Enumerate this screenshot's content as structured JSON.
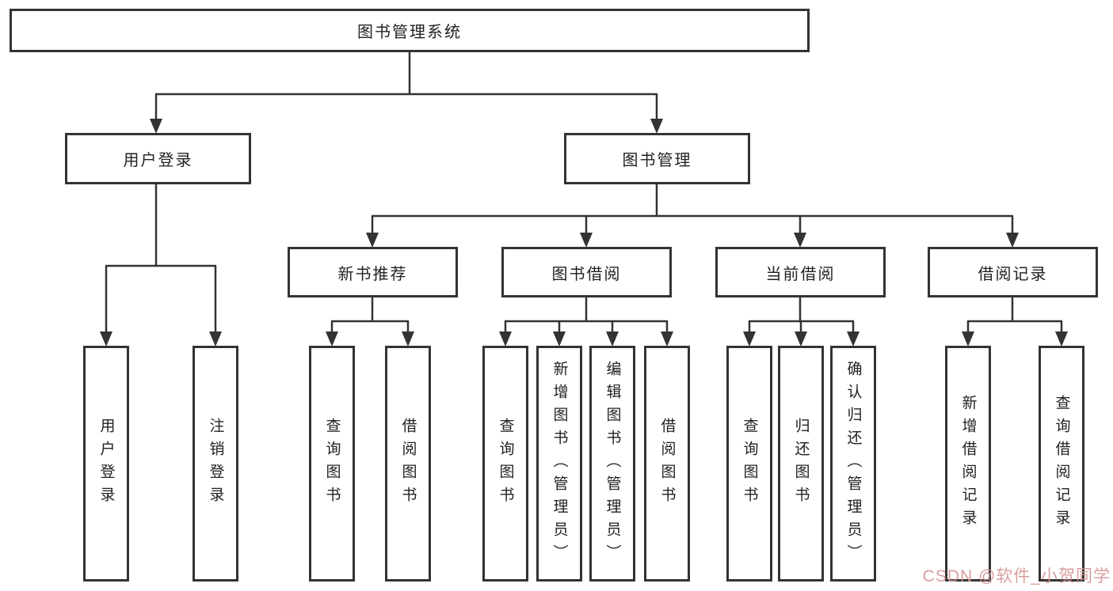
{
  "diagram": {
    "root": {
      "label": "图书管理系统"
    },
    "level2": [
      {
        "label": "用户登录"
      },
      {
        "label": "图书管理"
      }
    ],
    "level3": [
      {
        "label": "新书推荐"
      },
      {
        "label": "图书借阅"
      },
      {
        "label": "当前借阅"
      },
      {
        "label": "借阅记录"
      }
    ],
    "leaves": {
      "login_children": [
        {
          "label": "用户登录"
        },
        {
          "label": "注销登录"
        }
      ],
      "recommend_children": [
        {
          "label": "查询图书"
        },
        {
          "label": "借阅图书"
        }
      ],
      "borrow_children": [
        {
          "label": "查询图书"
        },
        {
          "label": "新增图书（管理员）"
        },
        {
          "label": "编辑图书（管理员）"
        },
        {
          "label": "借阅图书"
        }
      ],
      "current_children": [
        {
          "label": "查询图书"
        },
        {
          "label": "归还图书"
        },
        {
          "label": "确认归还（管理员）"
        }
      ],
      "records_children": [
        {
          "label": "新增借阅记录"
        },
        {
          "label": "查询借阅记录"
        }
      ]
    },
    "watermark": "CSDN @软件_小贺同学",
    "colors": {
      "line": "#333333",
      "border": "#333333",
      "text": "#222222",
      "watermark": "#d59494",
      "background": "#ffffff"
    }
  }
}
